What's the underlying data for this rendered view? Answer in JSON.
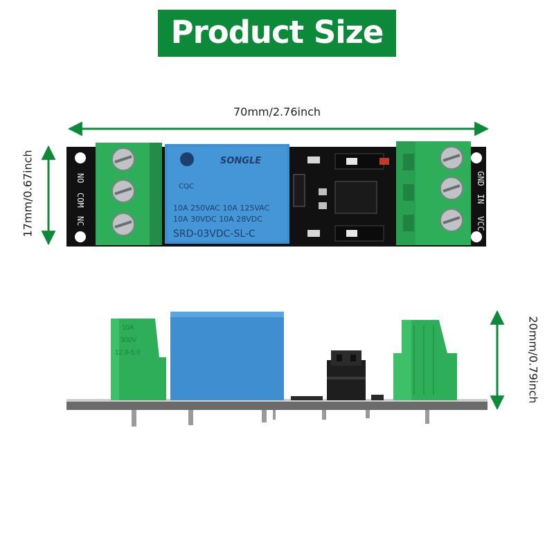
{
  "banner": {
    "title": "Product Size",
    "color": "#0c8a3a"
  },
  "dimensions": {
    "length": "70mm/2.76inch",
    "width": "17mm/0.67inch",
    "height": "20mm/0.79inch"
  },
  "top_view": {
    "left_terminal_labels": [
      "NO",
      "COM",
      "NC"
    ],
    "right_terminal_labels": [
      "GND",
      "IN",
      "VCC"
    ],
    "relay": {
      "brand": "SONGLE",
      "rating_line_1": "10A 250VAC  10A 125VAC",
      "rating_line_2": "10A  30VDC  10A  28VDC",
      "model": "SRD-03VDC-SL-C",
      "cert_mark": "CQC"
    }
  },
  "side_view": {
    "terminal_print": [
      "10A",
      "300V",
      "12.8-5.0"
    ]
  },
  "colors": {
    "arrow": "#0c8a3a",
    "terminal": "#2fae5a",
    "relay": "#3f8fd0",
    "pcb": "#111111"
  }
}
